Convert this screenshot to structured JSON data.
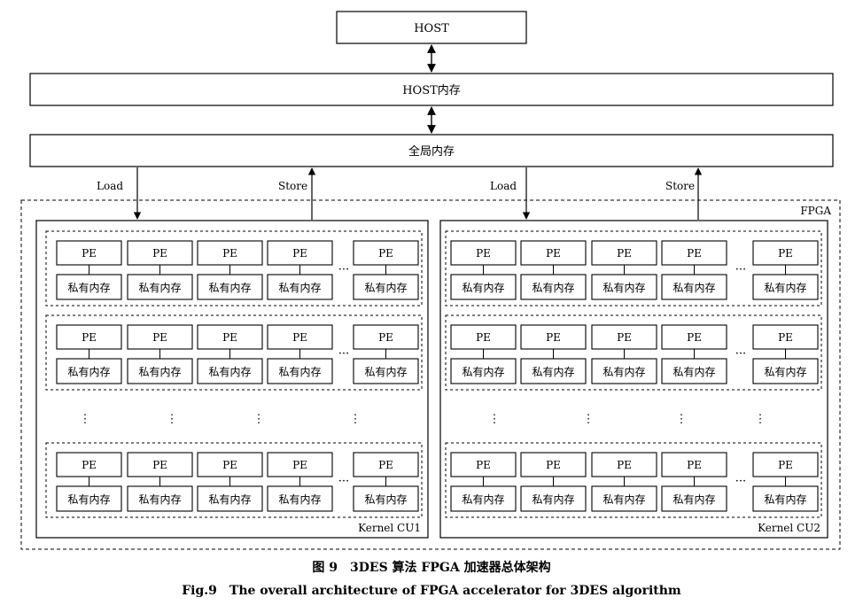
{
  "host": {
    "label": "HOST"
  },
  "host_memory": {
    "label": "HOST内存"
  },
  "global_memory": {
    "label": "全局内存"
  },
  "fpga": {
    "label": "FPGA"
  },
  "arrows": {
    "load": "Load",
    "store": "Store"
  },
  "kernels": [
    {
      "label": "Kernel CU1"
    },
    {
      "label": "Kernel CU2"
    }
  ],
  "cell": {
    "pe_label": "PE",
    "mem_label": "私有内存"
  },
  "ellipsis": {
    "horizontal": "···",
    "vertical": "⋮"
  },
  "caption": {
    "zh": "图 9　3DES 算法 FPGA 加速器总体架构",
    "en": "Fig.9　The overall architecture of FPGA accelerator for 3DES algorithm"
  }
}
